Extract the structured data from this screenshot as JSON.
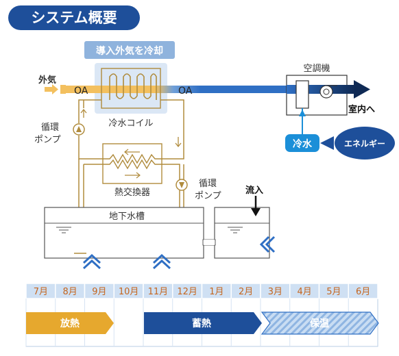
{
  "title": "システム概要",
  "intake_label": "導入外気を冷却",
  "outside_air": "外気",
  "oa_in": "OA",
  "oa_out": "OA",
  "air_conditioner": "空調機",
  "indoor": "室内へ",
  "cooling_coil": "冷水コイル",
  "circulation_pump_left": [
    "循環",
    "ポンプ"
  ],
  "circulation_pump_right": [
    "循環",
    "ポンプ"
  ],
  "heat_exchanger": "熱交換器",
  "underground_tank": "地下水槽",
  "inflow": "流入",
  "chilled_water": "冷水",
  "energy": "エネルギー",
  "months": [
    "7月",
    "8月",
    "9月",
    "10月",
    "11月",
    "12月",
    "1月",
    "2月",
    "3月",
    "4月",
    "5月",
    "6月"
  ],
  "phases": {
    "release": "放熱",
    "storage": "蓄熱",
    "retention": "保温"
  },
  "colors": {
    "title_bg": "#1e4f9a",
    "intake_bg": "#8fb3dd",
    "pipe": "#b08b3c",
    "warm_air": "#f3c05f",
    "cool_air": "#2f6fc4",
    "dark_arrow": "#0f2a55",
    "chilled_water_bg": "#1b8fd8",
    "energy_bg": "#1e4f9a",
    "month_bg": "#cfe0f3",
    "month_text": "#c4651e",
    "release_bg": "#e6a82e",
    "storage_bg": "#1e4f9a",
    "retention_bg": "#a9c8ec"
  }
}
